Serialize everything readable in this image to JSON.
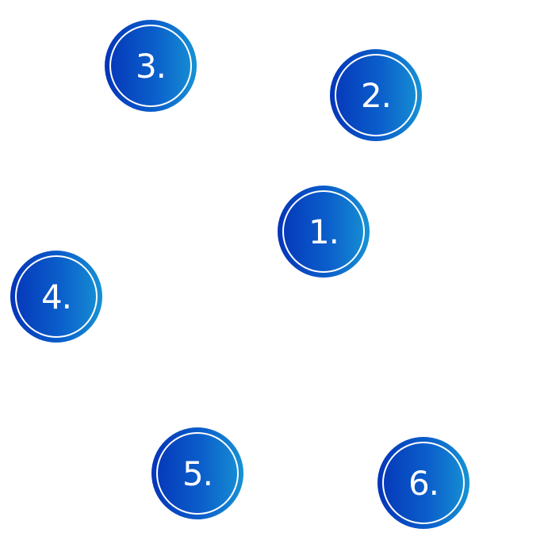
{
  "badges": [
    {
      "label": "1."
    },
    {
      "label": "2."
    },
    {
      "label": "3."
    },
    {
      "label": "4."
    },
    {
      "label": "5."
    },
    {
      "label": "6."
    }
  ],
  "colors": {
    "badge_gradient_start": "#0535b8",
    "badge_gradient_end": "#1792d4",
    "ring": "#ffffff",
    "text": "#ffffff",
    "background": "#ffffff"
  }
}
